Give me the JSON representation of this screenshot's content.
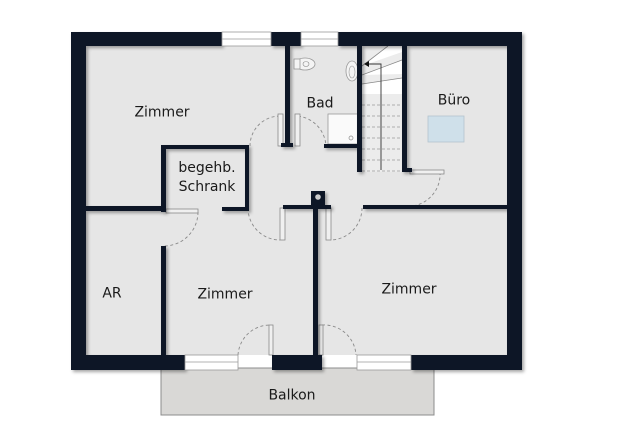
{
  "floor_plan": {
    "colors": {
      "wall": "#0b1626",
      "floor": "#e6e6e6",
      "balcony": "#d9d8d6",
      "window": "#ffffff",
      "desk": "#cfe0ea",
      "door_swing": "#8a8a8a"
    },
    "rooms": [
      {
        "id": "zimmer-top-left",
        "label": "Zimmer"
      },
      {
        "id": "bad",
        "label": "Bad"
      },
      {
        "id": "buero",
        "label": "Büro"
      },
      {
        "id": "begehb-schrank",
        "label_line1": "begehb.",
        "label_line2": "Schrank"
      },
      {
        "id": "ar",
        "label": "AR"
      },
      {
        "id": "zimmer-bottom-middle",
        "label": "Zimmer"
      },
      {
        "id": "zimmer-bottom-right",
        "label": "Zimmer"
      },
      {
        "id": "balkon",
        "label": "Balkon"
      }
    ]
  }
}
